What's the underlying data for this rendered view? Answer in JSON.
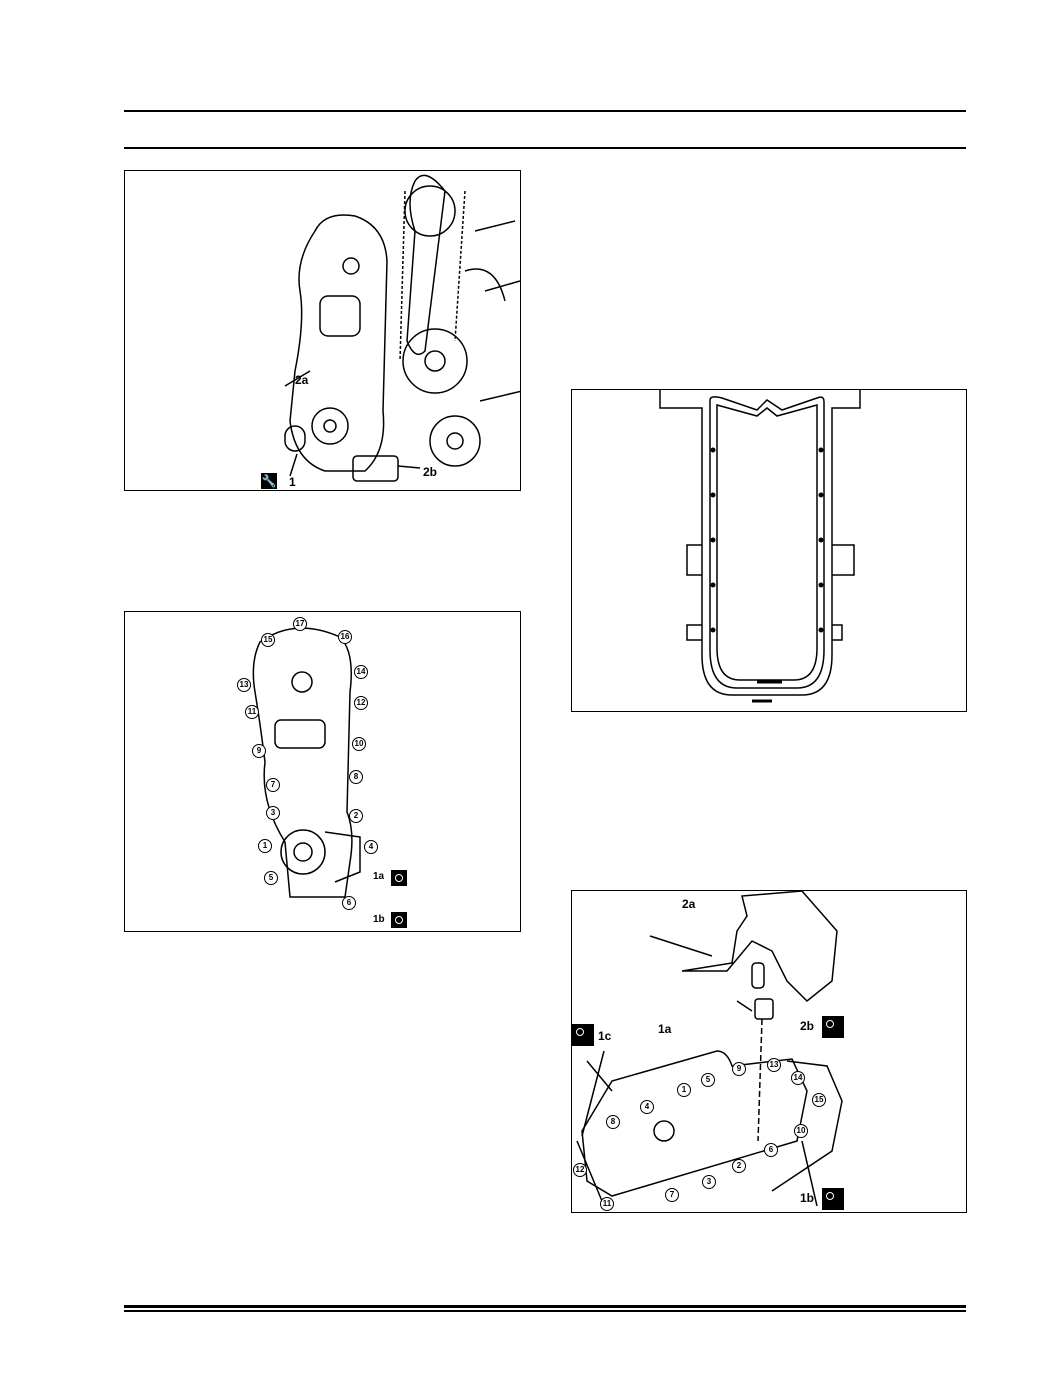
{
  "figures": {
    "fig1": {
      "labels": {
        "l2a": "2a",
        "l2b": "2b",
        "l1": "1"
      },
      "icons": [
        "wrench-icon"
      ]
    },
    "fig2": {
      "numbers": [
        "17",
        "15",
        "16",
        "14",
        "13",
        "12",
        "11",
        "10",
        "9",
        "8",
        "7",
        "3",
        "2",
        "1",
        "4",
        "5",
        "6"
      ],
      "labels": {
        "l1a": "1a",
        "l1b": "1b"
      },
      "icons": [
        "torque-angle-icon"
      ]
    },
    "fig3": {
      "labels": {}
    },
    "fig4": {
      "numbers": [
        "9",
        "13",
        "14",
        "15",
        "5",
        "1",
        "4",
        "8",
        "10",
        "6",
        "2",
        "3",
        "7",
        "12",
        "11"
      ],
      "labels": {
        "l2a": "2a",
        "l2b": "2b",
        "l1c": "1c",
        "l1a": "1a",
        "l1b": "1b"
      }
    }
  }
}
